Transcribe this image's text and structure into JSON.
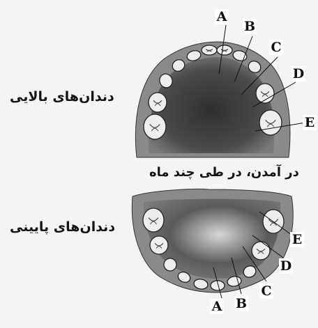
{
  "captions": {
    "upper": "دندان‌های بالایی",
    "middle": "در آمدن، در طی چند ماه",
    "lower": "دندان‌های پایینی"
  },
  "upper_labels": [
    "A",
    "B",
    "C",
    "D",
    "E"
  ],
  "lower_labels": [
    "A",
    "B",
    "C",
    "D",
    "E"
  ],
  "colors": {
    "palate": "#4a4a4a",
    "gum": "#8c8c8c",
    "tooth": "#ededed",
    "outline": "#222222"
  }
}
